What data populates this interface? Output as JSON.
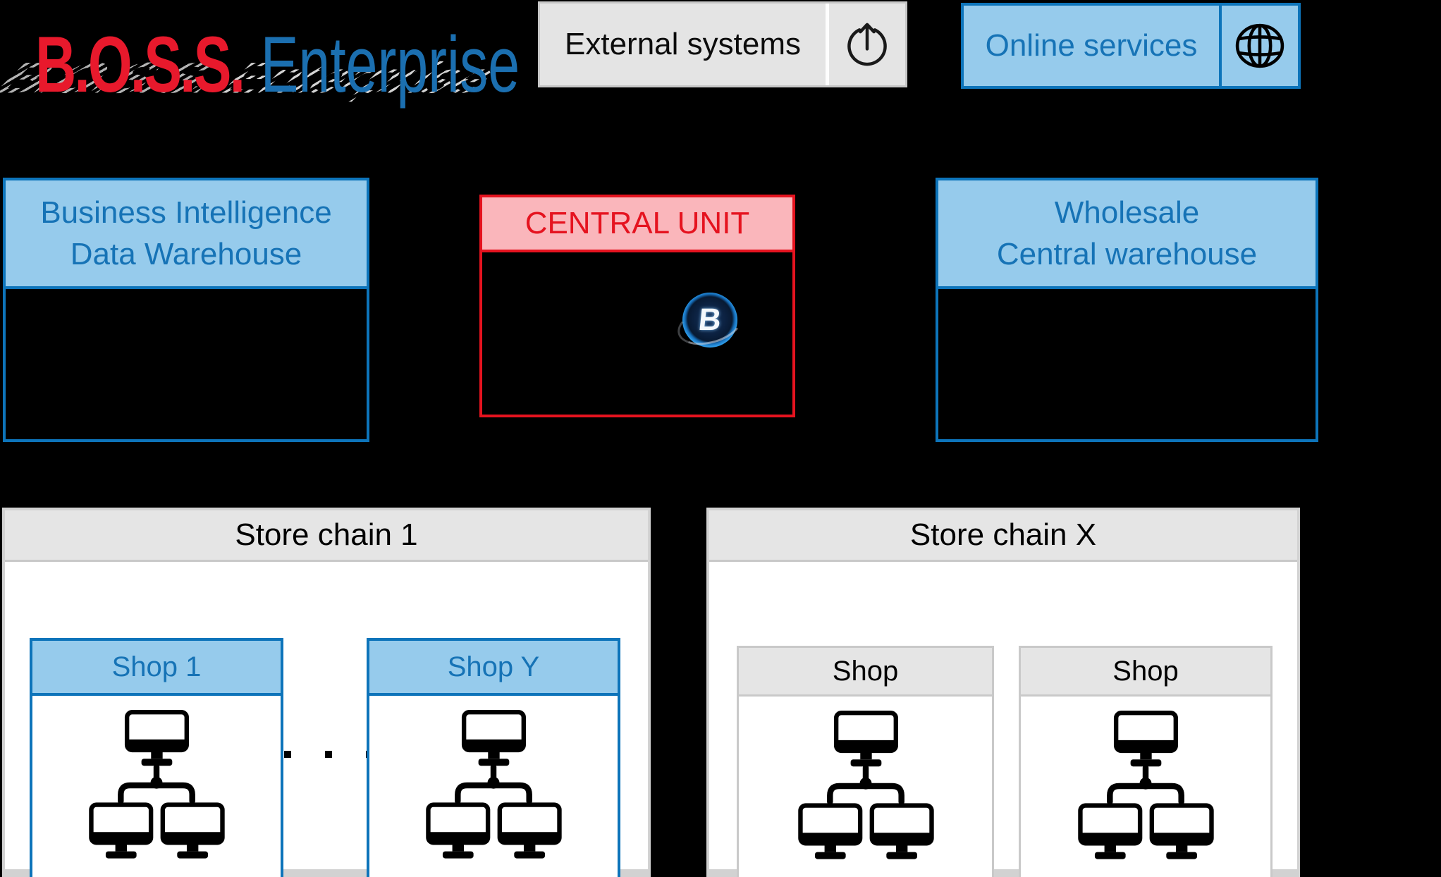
{
  "logo": {
    "main": "B.O.S.S.",
    "sub": "Enterprise"
  },
  "external_systems": {
    "label": "External systems",
    "icon": "share-upload-icon"
  },
  "online_services": {
    "label": "Online services",
    "icon": "globe-icon"
  },
  "bi_warehouse": {
    "line1": "Business Intelligence",
    "line2": "Data Warehouse"
  },
  "central_unit": {
    "title": "CENTRAL UNIT",
    "badge_letter": "B"
  },
  "wholesale": {
    "line1": "Wholesale",
    "line2": "Central warehouse"
  },
  "store_chains": [
    {
      "title": "Store chain 1",
      "shops": [
        {
          "label": "Shop 1"
        },
        {
          "label": "Shop Y"
        }
      ],
      "ellipsis": "..."
    },
    {
      "title": "Store chain X",
      "shops": [
        {
          "label": "Shop"
        },
        {
          "label": "Shop"
        }
      ]
    }
  ],
  "icons": {
    "share": "share-upload-icon",
    "globe": "globe-icon",
    "network": "computer-network-icon",
    "badge": "boss-b-badge"
  },
  "colors": {
    "background": "#000000",
    "blue_border": "#0d74ba",
    "blue_fill": "#96cbec",
    "blue_text": "#1673b6",
    "red_border": "#e5131f",
    "pink_fill": "#fab6bb",
    "gray_fill": "#e4e4e4",
    "gray_border": "#c9c9c9",
    "logo_red": "#e8192c",
    "logo_blue": "#1b6fb0",
    "badge_glow": "#2f9ce8"
  }
}
